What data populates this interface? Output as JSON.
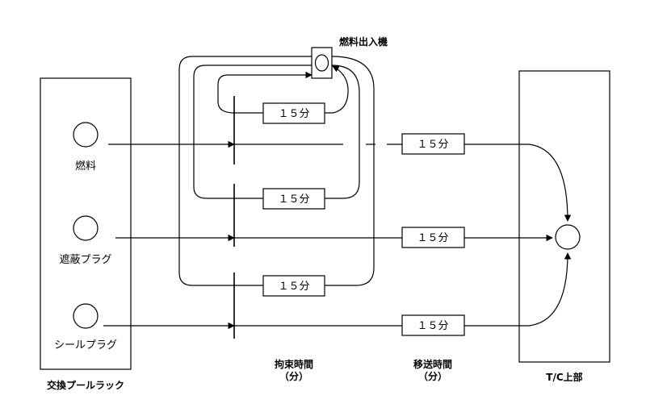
{
  "left_panel": {
    "title": "交換プールラック",
    "items": [
      "燃料",
      "遮蔽プラグ",
      "シールプラグ"
    ]
  },
  "machine_label": "燃料出入機",
  "right_panel": {
    "title": "T/C上部"
  },
  "restraint_time_label": "拘束時間",
  "transfer_time_label": "移送時間",
  "unit_label": "（分）",
  "restraint_times": [
    "１５分",
    "１５分",
    "１５分"
  ],
  "transfer_times": [
    "１５分",
    "１５分",
    "１５分"
  ]
}
